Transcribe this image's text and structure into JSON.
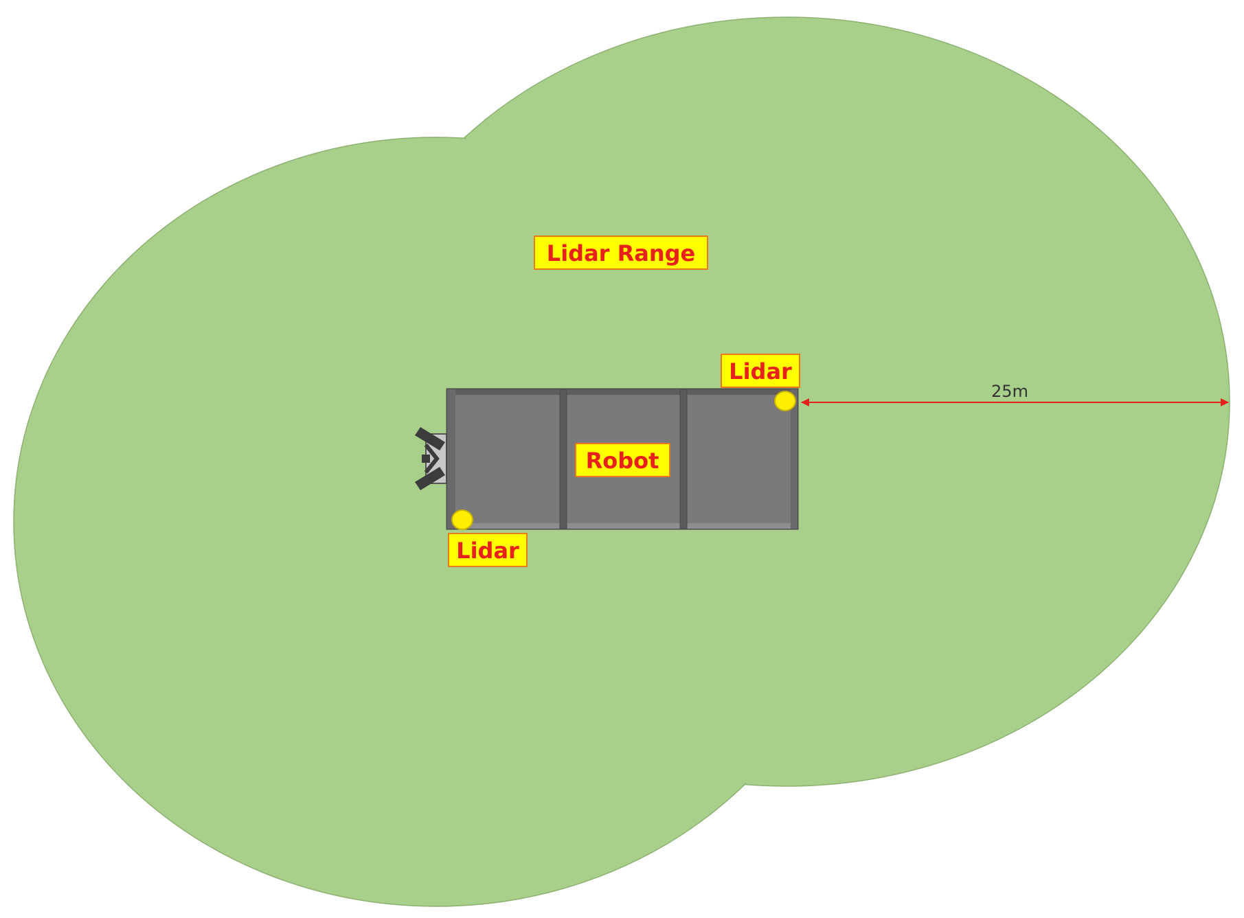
{
  "labels": {
    "lidar_range": "Lidar Range",
    "robot": "Robot",
    "lidar_top": "Lidar",
    "lidar_bottom": "Lidar",
    "distance": "25m"
  },
  "colors": {
    "range_fill": "#a8d08a",
    "range_stroke": "#8cb070",
    "robot_body": "#7a7a7c",
    "robot_frame": "#4a4a4c",
    "lidar_sensor": "#ffee00",
    "label_bg": "#ffff00",
    "label_border": "#e87a1c",
    "label_text": "#e8201c",
    "dimension_line": "#e8201c",
    "dimension_text": "#333333"
  }
}
